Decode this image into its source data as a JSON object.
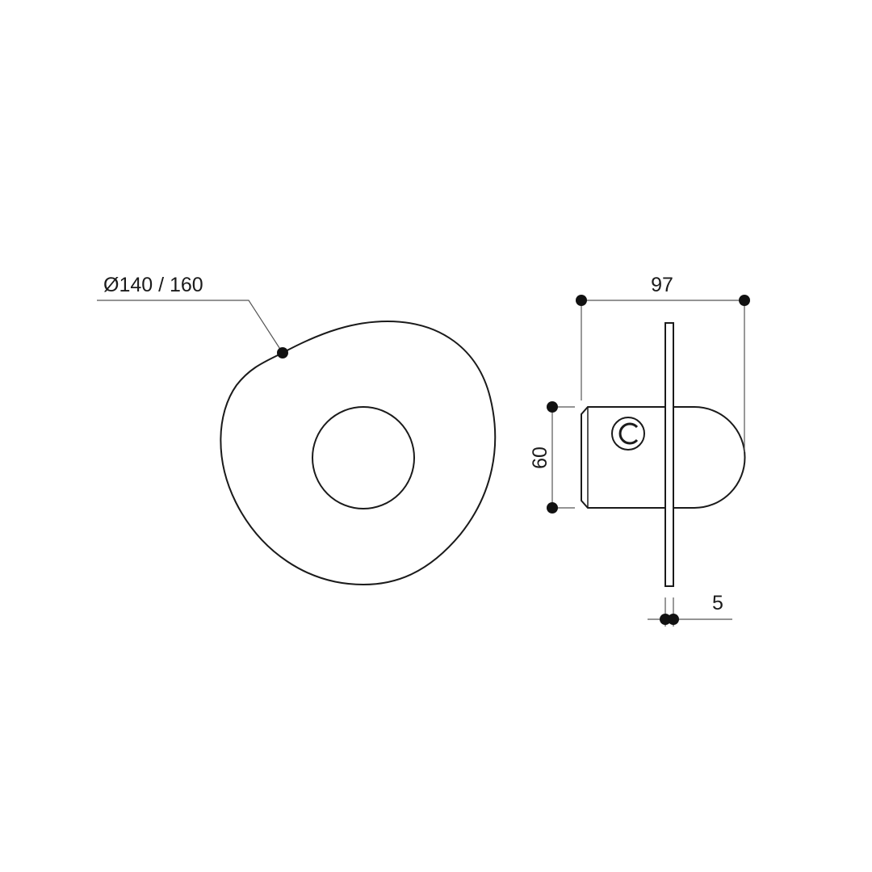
{
  "drawing": {
    "front_view": {
      "diameter_label": "Ø140 / 160"
    },
    "side_view": {
      "depth_label": "97",
      "height_label": "60",
      "plate_thickness_label": "5"
    }
  },
  "colors": {
    "line": "#1a1a1a",
    "dim_line": "#555555",
    "background": "#ffffff"
  }
}
